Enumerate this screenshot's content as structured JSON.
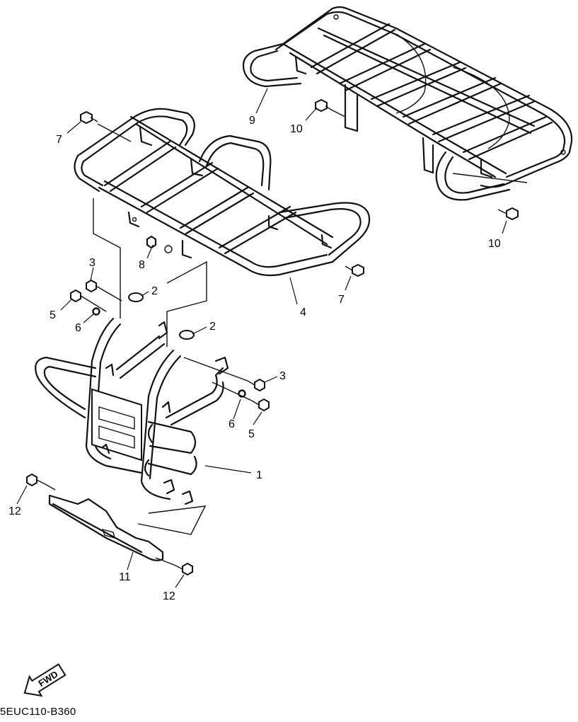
{
  "diagram_code": "5EUC110-B360",
  "fwd_label": "FWD",
  "callouts": [
    {
      "id": "c1",
      "label": "1"
    },
    {
      "id": "c2a",
      "label": "2"
    },
    {
      "id": "c2b",
      "label": "2"
    },
    {
      "id": "c3a",
      "label": "3"
    },
    {
      "id": "c3b",
      "label": "3"
    },
    {
      "id": "c4",
      "label": "4"
    },
    {
      "id": "c5a",
      "label": "5"
    },
    {
      "id": "c5b",
      "label": "5"
    },
    {
      "id": "c6a",
      "label": "6"
    },
    {
      "id": "c6b",
      "label": "6"
    },
    {
      "id": "c7a",
      "label": "7"
    },
    {
      "id": "c7b",
      "label": "7"
    },
    {
      "id": "c8",
      "label": "8"
    },
    {
      "id": "c9",
      "label": "9"
    },
    {
      "id": "c10a",
      "label": "10"
    },
    {
      "id": "c10b",
      "label": "10"
    },
    {
      "id": "c11",
      "label": "11"
    },
    {
      "id": "c12a",
      "label": "12"
    },
    {
      "id": "c12b",
      "label": "12"
    }
  ]
}
